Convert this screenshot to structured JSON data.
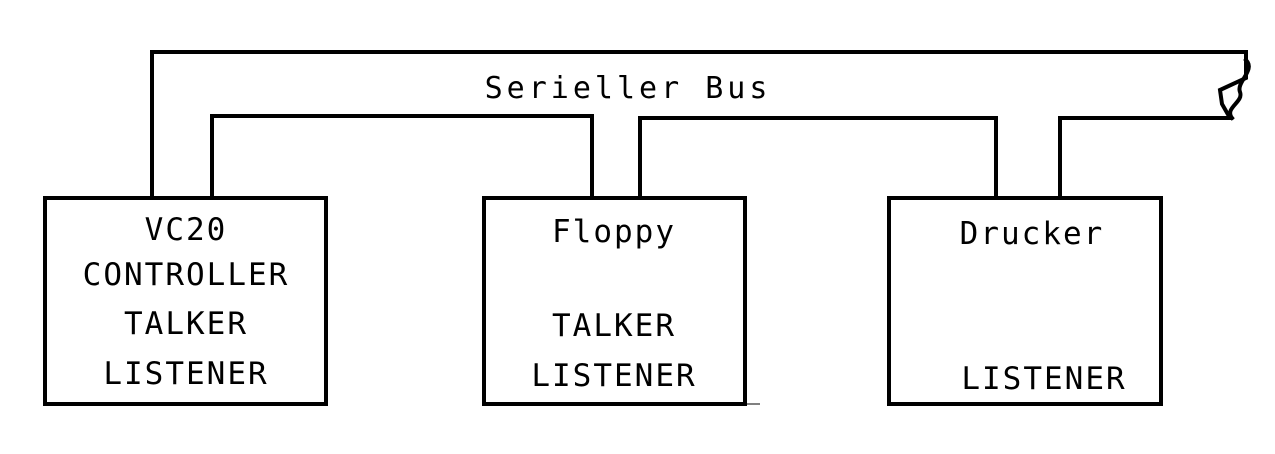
{
  "bus": {
    "label": "Serieller Bus"
  },
  "devices": [
    {
      "name": "VC20",
      "roles": [
        "CONTROLLER",
        "TALKER",
        "LISTENER"
      ]
    },
    {
      "name": "Floppy",
      "roles": [
        "TALKER",
        "LISTENER"
      ]
    },
    {
      "name": "Drucker",
      "roles": [
        "LISTENER"
      ]
    }
  ],
  "colors": {
    "line": "#000000",
    "background": "#ffffff"
  }
}
